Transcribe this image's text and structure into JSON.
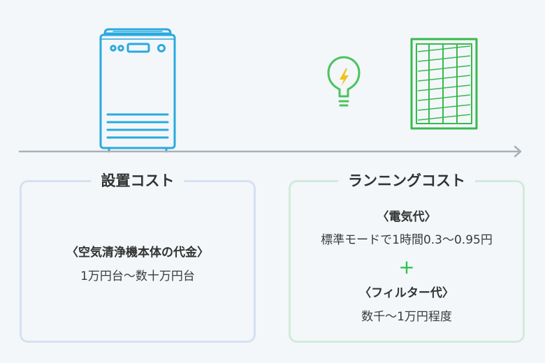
{
  "install": {
    "title": "設置コスト",
    "subtitle": "〈空気清浄機本体の代金〉",
    "value": "1万円台～数十万円台"
  },
  "running": {
    "title": "ランニングコスト",
    "electric_label": "〈電気代〉",
    "electric_value": "標準モードで1時間0.3～0.95円",
    "plus_sign": "+",
    "filter_label": "〈フィルター代〉",
    "filter_value": "数千～1万円程度"
  },
  "icons": [
    "air-purifier-icon",
    "lightbulb-icon",
    "filter-icon",
    "arrow-right-icon"
  ],
  "colors": {
    "background": "#f3f7f9",
    "purifier": "#2aa9e0",
    "bulb": "#4cc261",
    "bolt": "#f2c21a",
    "filter": "#38b94e",
    "timeline": "#a9b0b6",
    "install_border": "#d5e1f2",
    "running_border": "#d3eadb"
  }
}
